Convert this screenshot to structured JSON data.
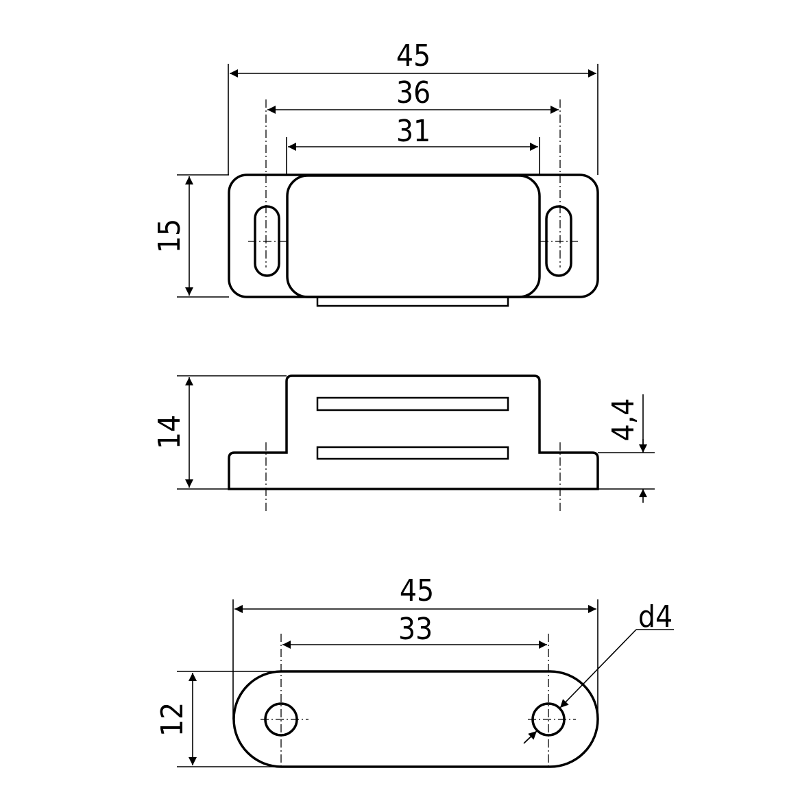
{
  "top_view": {
    "width_overall": "45",
    "slot_spacing": "36",
    "cover_width": "31",
    "height": "15"
  },
  "side_view": {
    "height": "14",
    "base_thickness": "4,4"
  },
  "bottom_view": {
    "width_overall": "45",
    "hole_spacing": "33",
    "height": "12",
    "hole_diameter": "d4"
  }
}
